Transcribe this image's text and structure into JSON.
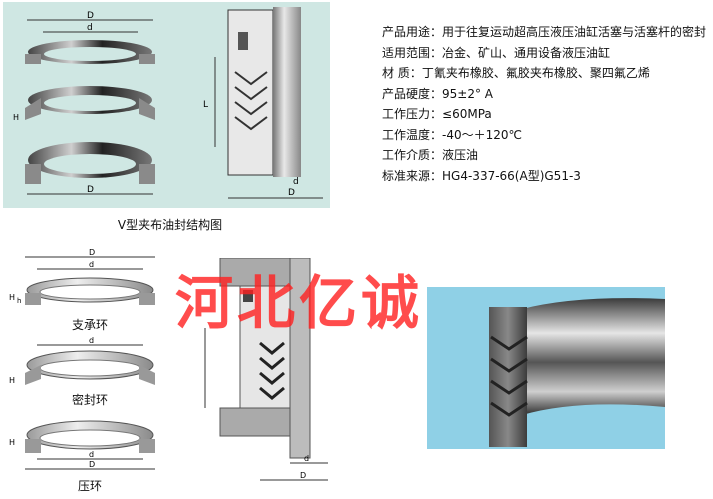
{
  "caption": "V型夹布油封结构图",
  "specs": [
    {
      "label": "产品用途：",
      "value": "用于往复运动超高压液压油缸活塞与活塞杆的密封"
    },
    {
      "label": "适用范围：",
      "value": "冶金、矿山、通用设备液压油缸"
    },
    {
      "label": "材  质：",
      "value": "丁氰夹布橡胶、氟胶夹布橡胶、聚四氟乙烯"
    },
    {
      "label": "产品硬度：",
      "value": "95±2° A"
    },
    {
      "label": "工作压力：",
      "value": "≤60MPa"
    },
    {
      "label": "工作温度：",
      "value": "-40～＋120℃"
    },
    {
      "label": "工作介质：",
      "value": "液压油"
    },
    {
      "label": "标准来源：",
      "value": "HG4-337-66(A型)G51-3"
    }
  ],
  "rings": [
    {
      "name": "支承环"
    },
    {
      "name": "密封环"
    },
    {
      "name": "压环"
    }
  ],
  "dims": {
    "D": "D",
    "d": "d",
    "H": "H",
    "h": "h",
    "L": "L"
  },
  "watermark": "河北亿诚",
  "colors": {
    "panel": "#cfe7e3",
    "photo_bg": "#8fd0e6",
    "watermark": "#ff2020"
  }
}
